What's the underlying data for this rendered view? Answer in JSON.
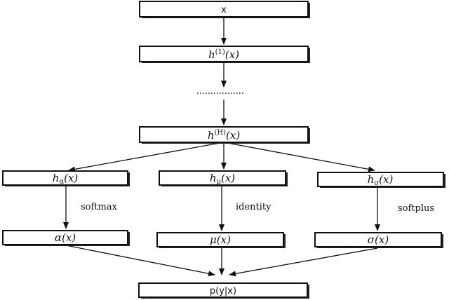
{
  "nodes": {
    "input": {
      "label": "x"
    },
    "h1": {
      "base": "h",
      "sup": "(1)",
      "arg": "(x)"
    },
    "ellipsis": {
      "label": "..............."
    },
    "hH": {
      "base": "h",
      "sup": "(H)",
      "arg": "(x)"
    },
    "h_alpha": {
      "base": "h",
      "sub": "α",
      "arg": "(x)"
    },
    "h_mu": {
      "base": "h",
      "sub": "μ",
      "arg": "(x)"
    },
    "h_sigma": {
      "base": "h",
      "sub": "σ",
      "arg": "(x)"
    },
    "alpha": {
      "label": "α(x)"
    },
    "mu": {
      "label": "μ(x)"
    },
    "sigma": {
      "label": "σ(x)"
    },
    "output": {
      "label": "p(y|x)"
    }
  },
  "edges": {
    "softmax": "softmax",
    "identity": "identity",
    "softplus": "softplus"
  },
  "colors": {
    "stroke": "#111111",
    "background": "#ffffff"
  }
}
